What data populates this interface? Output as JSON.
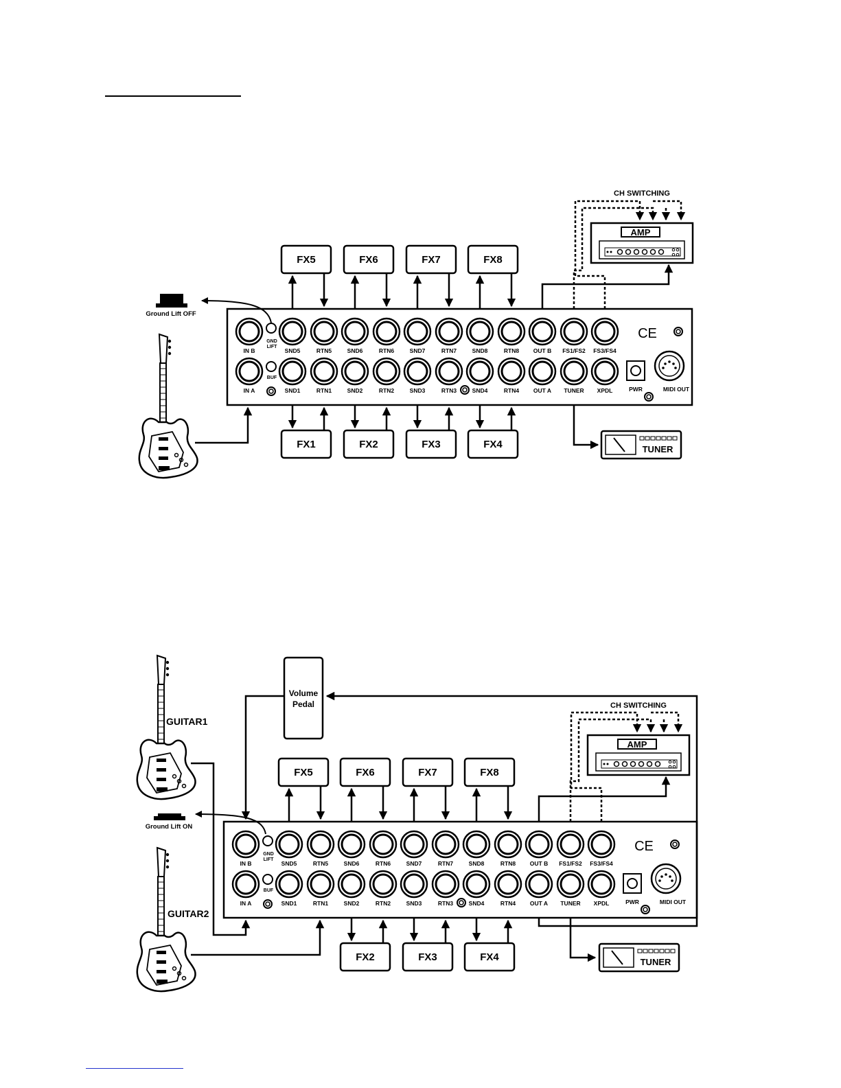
{
  "diagrams": [
    {
      "ground_lift_label": "Ground Lift OFF",
      "ch_switching": "CH SWITCHING",
      "amp": "AMP",
      "tuner": "TUNER",
      "fx_top": [
        "FX5",
        "FX6",
        "FX7",
        "FX8"
      ],
      "fx_bottom": [
        "FX1",
        "FX2",
        "FX3",
        "FX4"
      ]
    },
    {
      "ground_lift_label": "Ground Lift ON",
      "ch_switching": "CH SWITCHING",
      "amp": "AMP",
      "tuner": "TUNER",
      "fx_top": [
        "FX5",
        "FX6",
        "FX7",
        "FX8"
      ],
      "fx_bottom": [
        "FX2",
        "FX3",
        "FX4"
      ],
      "volume_pedal": [
        "Volume",
        "Pedal"
      ],
      "guitar1": "GUITAR1",
      "guitar2": "GUITAR2"
    }
  ],
  "panel": {
    "top_jacks": [
      "IN B",
      "SND5",
      "RTN5",
      "SND6",
      "RTN6",
      "SND7",
      "RTN7",
      "SND8",
      "RTN8",
      "OUT B",
      "FS1/FS2",
      "FS3/FS4"
    ],
    "bottom_jacks": [
      "IN A",
      "SND1",
      "RTN1",
      "SND2",
      "RTN2",
      "SND3",
      "RTN3",
      "SND4",
      "RTN4",
      "OUT A",
      "TUNER",
      "XPDL"
    ],
    "gnd_lift": [
      "GND",
      "LIFT"
    ],
    "buf": "BUF",
    "pwr": "PWR",
    "midi_out": "MIDI OUT",
    "ce": "CE"
  }
}
